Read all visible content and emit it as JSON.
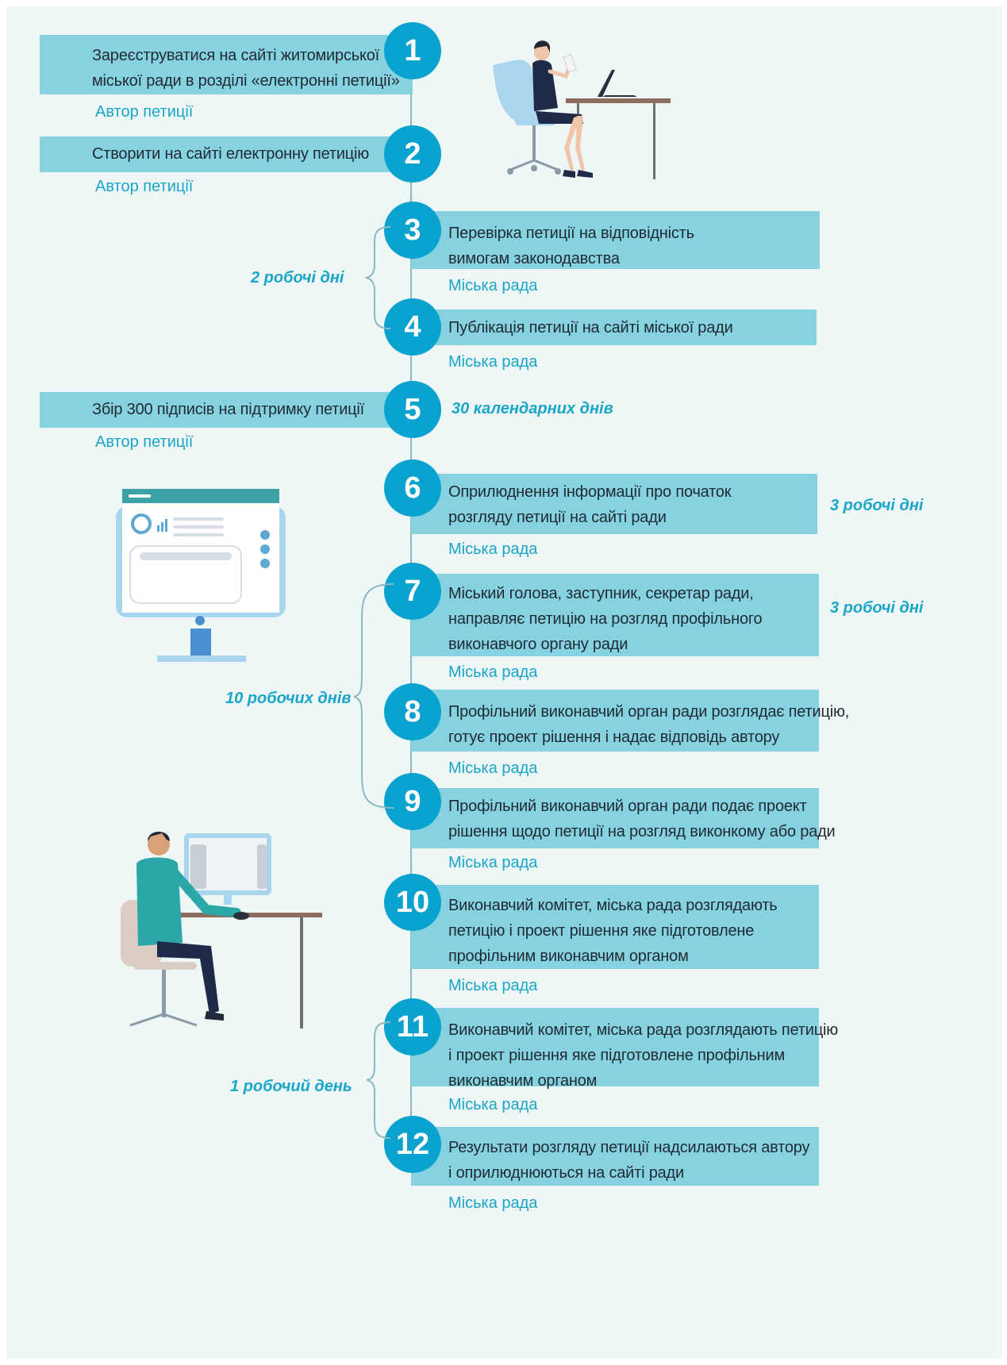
{
  "steps": [
    {
      "num": "1",
      "text": [
        "Зареєструватися на сайті житомирської",
        "міської ради в розділі «електронні петиції»"
      ],
      "actor": "Автор петиції"
    },
    {
      "num": "2",
      "text": [
        "Створити на сайті електронну петицію"
      ],
      "actor": "Автор петиції"
    },
    {
      "num": "3",
      "text": [
        "Перевірка петиції на відповідність",
        "вимогам законодавства"
      ],
      "actor": "Міська рада"
    },
    {
      "num": "4",
      "text": [
        "Публікація петиції на сайті міської ради"
      ],
      "actor": "Міська рада"
    },
    {
      "num": "5",
      "text": [
        "Збір 300 підписів на підтримку петиції"
      ],
      "actor": "Автор петиції"
    },
    {
      "num": "6",
      "text": [
        "Оприлюднення інформації про початок",
        "розгляду петиції на сайті ради"
      ],
      "actor": "Міська рада"
    },
    {
      "num": "7",
      "text": [
        "Міський голова, заступник, секретар ради,",
        "направляє петицію на розгляд профільного",
        "виконавчого органу ради"
      ],
      "actor": "Міська рада"
    },
    {
      "num": "8",
      "text": [
        "Профільний виконавчий орган ради розглядає петицію,",
        "готує проект рішення і надає відповідь автору"
      ],
      "actor": "Міська рада"
    },
    {
      "num": "9",
      "text": [
        "Профільний виконавчий орган ради подає проект",
        "рішення щодо петиції на розгляд виконкому або ради"
      ],
      "actor": "Міська рада"
    },
    {
      "num": "10",
      "text": [
        "Виконавчий комітет, міська рада розглядають",
        "петицію і проект рішення яке підготовлене",
        "профільним виконавчим органом"
      ],
      "actor": "Міська рада"
    },
    {
      "num": "11",
      "text": [
        "Виконавчий комітет, міська рада розглядають петицію",
        "і проект рішення яке підготовлене профільним",
        "виконавчим органом"
      ],
      "actor": "Міська рада"
    },
    {
      "num": "12",
      "text": [
        "Результати розгляду петиції надсилаються автору",
        "і оприлюднюються на сайті ради"
      ],
      "actor": "Міська рада"
    }
  ],
  "durations": {
    "d34": "2 робочі дні",
    "d5": "30 календарних днів",
    "d6": "3 робочі дні",
    "d7": "3 робочі дні",
    "d79": "10 робочих днів",
    "d1112": "1 робочий день"
  },
  "colors": {
    "background": "#eef6f6",
    "bar": "#86d2e0",
    "circle": "#0aa3cf",
    "accent_text": "#1aa6c8",
    "line": "#8ab9c4"
  },
  "illustrations": [
    "woman-at-desk-icon",
    "monitor-dashboard-icon",
    "man-at-computer-icon"
  ]
}
